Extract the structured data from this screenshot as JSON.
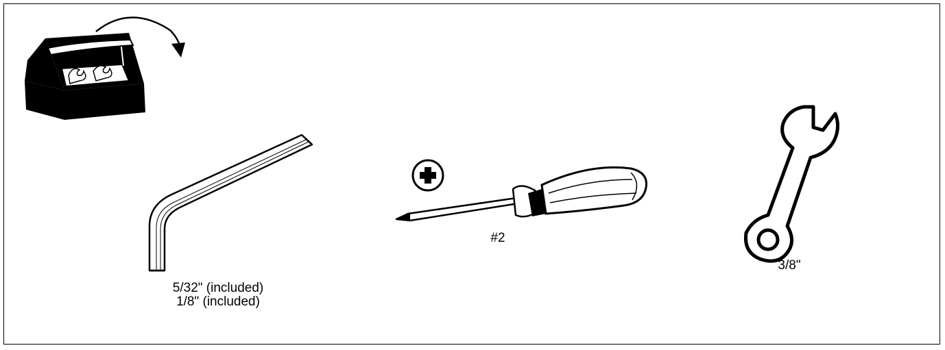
{
  "tools": {
    "allen_key": {
      "size_1": "5/32\" (included)",
      "size_2": "1/8\" (included)"
    },
    "screwdriver": {
      "size": "#2",
      "tip_type_icon": "phillips-plus-icon"
    },
    "wrench": {
      "size": "3/8\""
    }
  },
  "icons": [
    "toolbox-icon",
    "rotate-arrow-icon",
    "allen-key-icon",
    "phillips-plus-icon",
    "screwdriver-icon",
    "wrench-icon"
  ]
}
